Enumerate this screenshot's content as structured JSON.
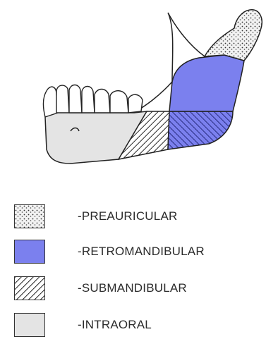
{
  "legend": [
    {
      "id": "preauricular",
      "label": "-PREAURICULAR",
      "pattern": "dotted",
      "color": "#f0f0f0"
    },
    {
      "id": "retromandibular",
      "label": "-RETROMANDIBULAR",
      "pattern": "solid",
      "color": "#7b80ee"
    },
    {
      "id": "submandibular",
      "label": "-SUBMANDIBULAR",
      "pattern": "hatched",
      "color": "#ffffff"
    },
    {
      "id": "intraoral",
      "label": "-INTRAORAL",
      "pattern": "solid",
      "color": "#e4e4e4"
    }
  ],
  "colors": {
    "outline": "#222222",
    "retromandibular": "#7b80ee",
    "intraoral": "#e4e4e4",
    "preauricular_bg": "#f0f0f0"
  }
}
